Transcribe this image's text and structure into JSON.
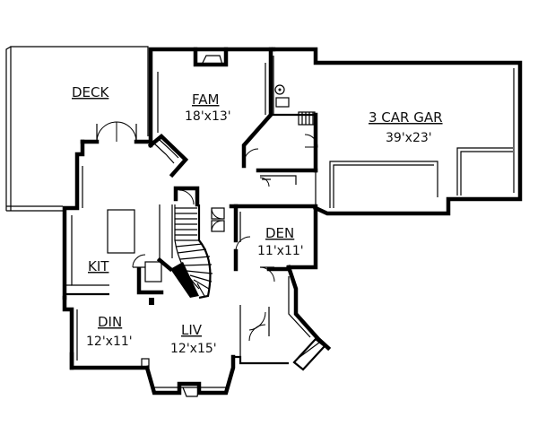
{
  "rooms": {
    "deck": {
      "name": "DECK"
    },
    "fam": {
      "name": "FAM",
      "dims": "18'x13'"
    },
    "garage": {
      "name": "3 CAR GAR",
      "dims": "39'x23'"
    },
    "den": {
      "name": "DEN",
      "dims": "11'x11'"
    },
    "kit": {
      "name": "KIT"
    },
    "din": {
      "name": "DIN",
      "dims": "12'x11'"
    },
    "liv": {
      "name": "LIV",
      "dims": "12'x15'"
    }
  }
}
